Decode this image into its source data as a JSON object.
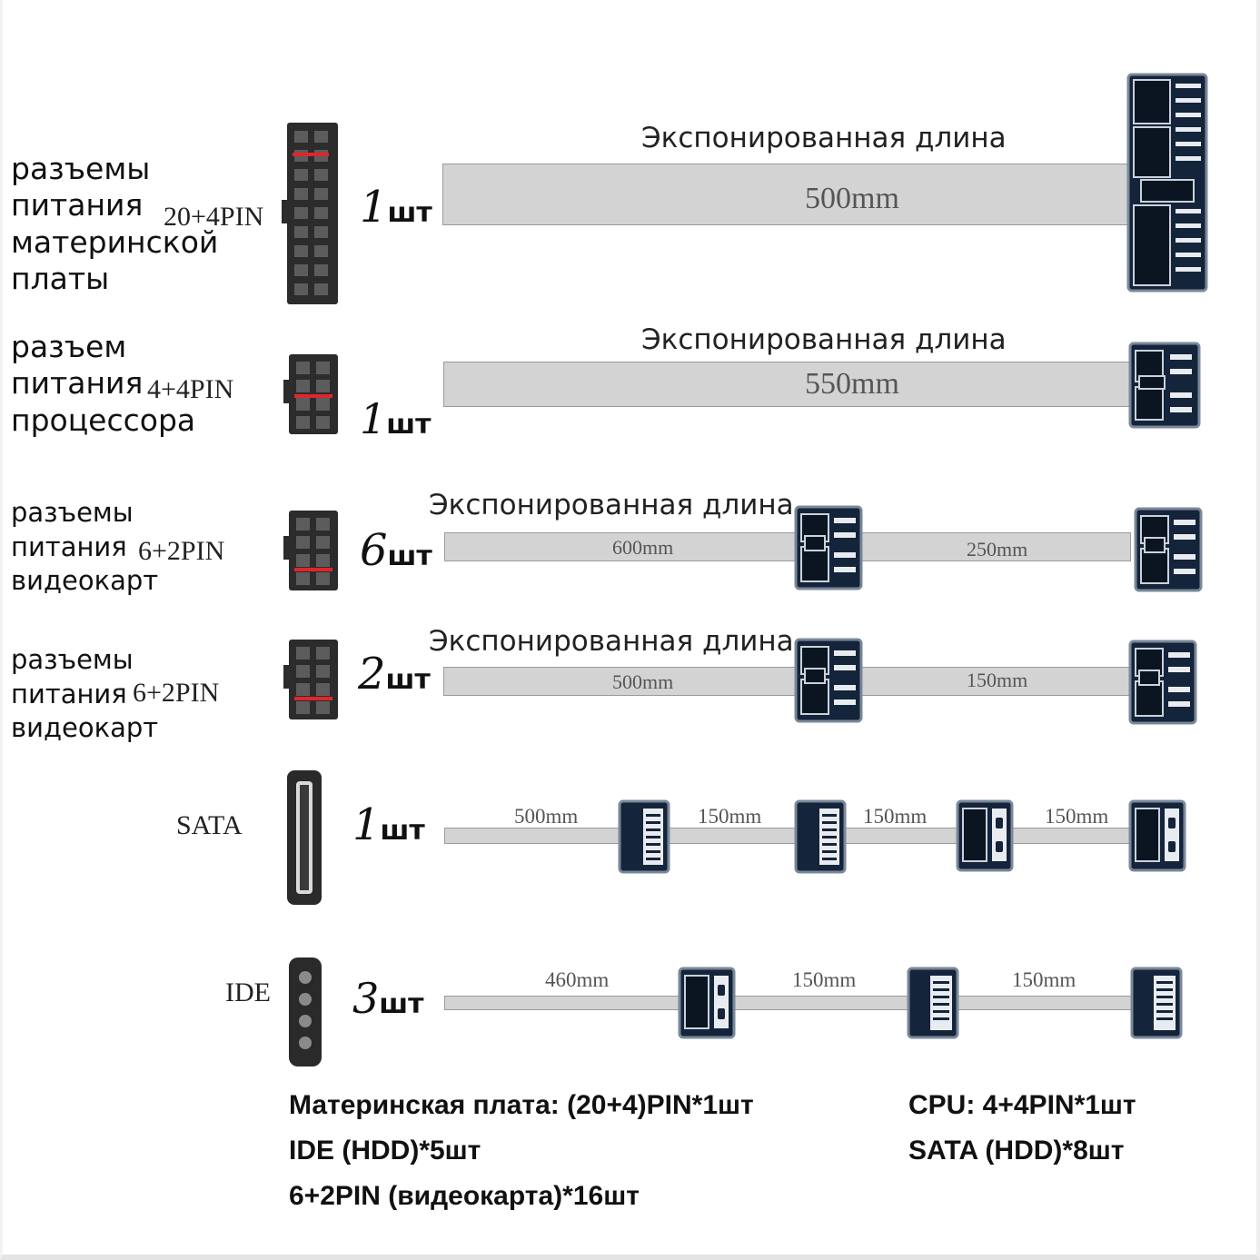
{
  "rows": {
    "mb": {
      "label": [
        "разъемы",
        "питания",
        "материнской",
        "платы"
      ],
      "pin": "20+4PIN",
      "qty_num": "1",
      "qty_unit": "шт",
      "exposed": "Экспонированная длина",
      "lengths": [
        "500mm"
      ]
    },
    "cpu": {
      "label": [
        "разъем",
        "питания",
        "процессора"
      ],
      "pin": "4+4PIN",
      "qty_num": "1",
      "qty_unit": "шт",
      "exposed": "Экспонированная длина",
      "lengths": [
        "550mm"
      ]
    },
    "gpu1": {
      "label": [
        "разъемы",
        "питания",
        "видеокарт"
      ],
      "pin": "6+2PIN",
      "qty_num": "6",
      "qty_unit": "шт",
      "exposed": "Экспонированная длина",
      "lengths": [
        "600mm",
        "250mm"
      ]
    },
    "gpu2": {
      "label": [
        "разъемы",
        "питания",
        "видеокарт"
      ],
      "pin": "6+2PIN",
      "qty_num": "2",
      "qty_unit": "шт",
      "exposed": "Экспонированная длина",
      "lengths": [
        "500mm",
        "150mm"
      ]
    },
    "sata": {
      "name": "SATA",
      "qty_num": "1",
      "qty_unit": "шт",
      "lengths": [
        "500mm",
        "150mm",
        "150mm",
        "150mm"
      ]
    },
    "ide": {
      "name": "IDE",
      "qty_num": "3",
      "qty_unit": "шт",
      "lengths": [
        "460mm",
        "150mm",
        "150mm"
      ]
    }
  },
  "summary": {
    "left": [
      "Материнская плата: (20+4)PIN*1шт",
      "IDE (HDD)*5шт",
      "6+2PIN (видеокарта)*16шт"
    ],
    "right": [
      "CPU: 4+4PIN*1шт",
      "SATA (HDD)*8шт"
    ]
  },
  "colors": {
    "connector": "#14243a",
    "cable": "#d3d3d3",
    "socket": "#2c2c2c",
    "marker": "#e0262a"
  }
}
